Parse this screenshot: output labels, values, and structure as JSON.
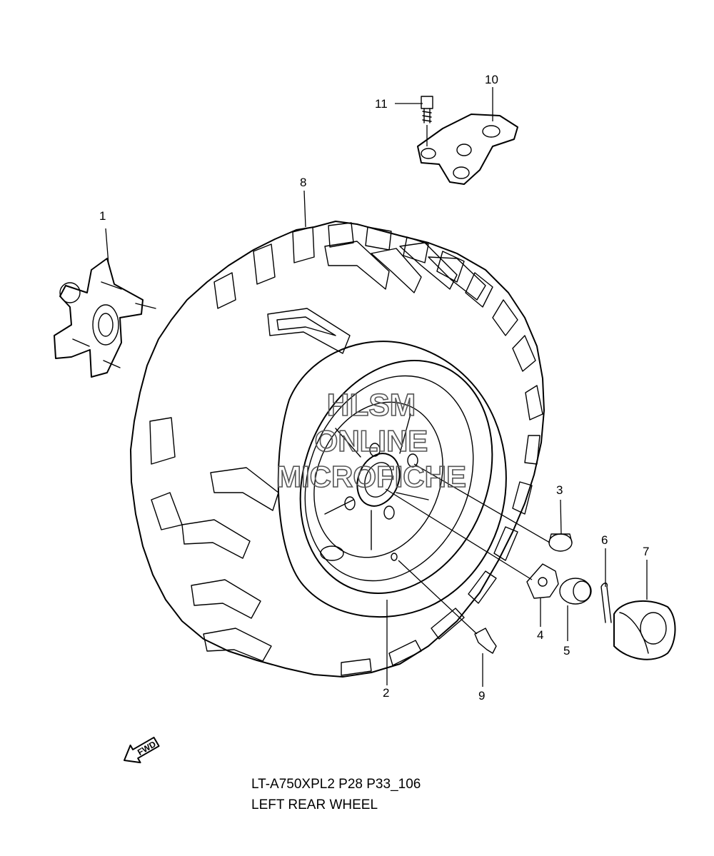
{
  "diagram": {
    "callouts": [
      "1",
      "2",
      "3",
      "4",
      "5",
      "6",
      "7",
      "8",
      "9",
      "10",
      "11"
    ],
    "fwd_label": "FWD",
    "watermark": [
      "HLSM",
      "ONLINE",
      "MICROFICHE"
    ]
  },
  "caption": {
    "model_line": "LT-A750XPL2 P28 P33_106",
    "title": "LEFT REAR WHEEL"
  }
}
